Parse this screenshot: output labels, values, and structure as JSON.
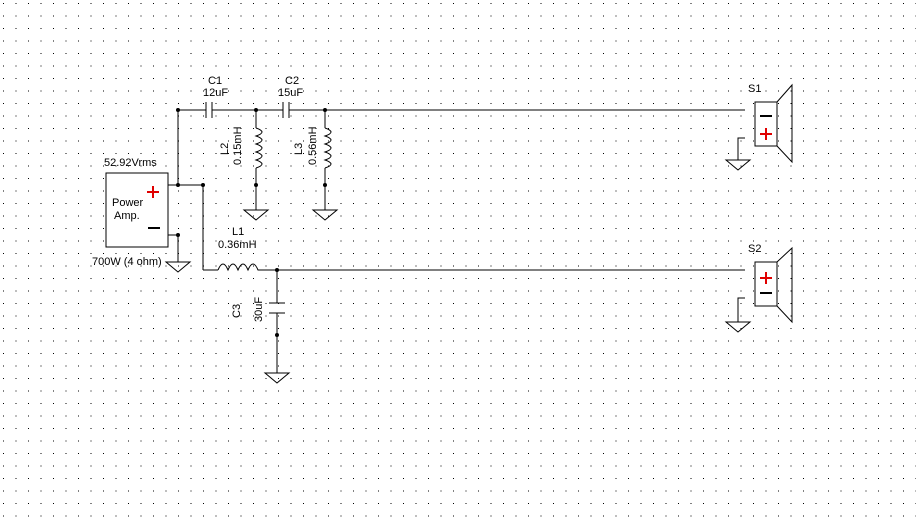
{
  "amp": {
    "voltage": "52.92Vrms",
    "name_line1": "Power",
    "name_line2": "Amp.",
    "power": "700W (4 ohm)"
  },
  "components": {
    "c1": {
      "ref": "C1",
      "value": "12uF"
    },
    "c2": {
      "ref": "C2",
      "value": "15uF"
    },
    "l2": {
      "ref": "L2",
      "value": "0.15mH"
    },
    "l3": {
      "ref": "L3",
      "value": "0.56mH"
    },
    "l1": {
      "ref": "L1",
      "value": "0.36mH"
    },
    "c3": {
      "ref": "C3",
      "value": "30uF"
    }
  },
  "speakers": {
    "s1": {
      "ref": "S1"
    },
    "s2": {
      "ref": "S2"
    }
  },
  "colors": {
    "wire": "#000000",
    "polarity_plus": "#e00000",
    "grid_dot": "#000000"
  }
}
